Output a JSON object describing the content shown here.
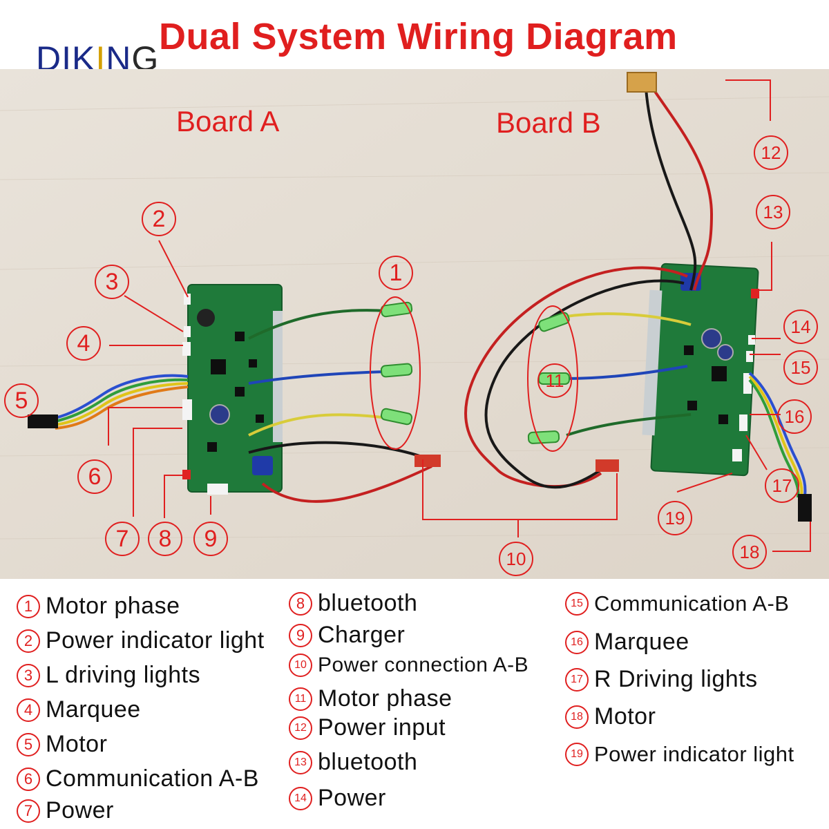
{
  "title": "Dual System Wiring Diagram",
  "brand": {
    "part1": "DIK",
    "part2": "I",
    "part3": "N",
    "part4": "G"
  },
  "boards": {
    "a": "Board A",
    "b": "Board B"
  },
  "colors": {
    "accent": "#e01f1f",
    "brand": "#1a2a88",
    "pcb": "#1f7a3a",
    "background": "#e6dfd5"
  },
  "callouts": [
    "1",
    "2",
    "3",
    "4",
    "5",
    "6",
    "7",
    "8",
    "9",
    "10",
    "11",
    "12",
    "13",
    "14",
    "15",
    "16",
    "17",
    "18",
    "19"
  ],
  "legend": [
    {
      "num": "1",
      "label": "Motor phase"
    },
    {
      "num": "2",
      "label": "Power indicator light"
    },
    {
      "num": "3",
      "label": "L driving lights"
    },
    {
      "num": "4",
      "label": "Marquee"
    },
    {
      "num": "5",
      "label": "Motor"
    },
    {
      "num": "6",
      "label": "Communication A-B"
    },
    {
      "num": "7",
      "label": "Power"
    },
    {
      "num": "8",
      "label": "bluetooth"
    },
    {
      "num": "9",
      "label": "Charger"
    },
    {
      "num": "10",
      "label": "Power connection A-B"
    },
    {
      "num": "11",
      "label": "Motor phase"
    },
    {
      "num": "12",
      "label": "Power input"
    },
    {
      "num": "13",
      "label": "bluetooth"
    },
    {
      "num": "14",
      "label": "Power"
    },
    {
      "num": "15",
      "label": "Communication A-B"
    },
    {
      "num": "16",
      "label": "Marquee"
    },
    {
      "num": "17",
      "label": "R Driving lights"
    },
    {
      "num": "18",
      "label": "Motor"
    },
    {
      "num": "19",
      "label": "Power indicator light"
    }
  ]
}
